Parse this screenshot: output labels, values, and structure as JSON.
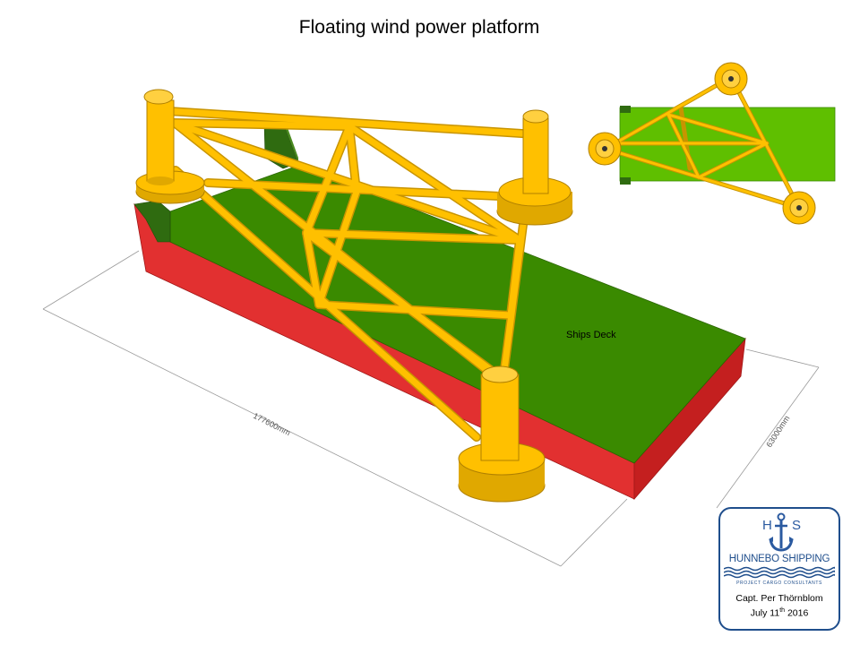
{
  "title": "Floating wind power platform",
  "labels": {
    "deck": "Ships Deck",
    "length_dim": "177600mm",
    "width_dim": "63000mm"
  },
  "logo": {
    "letter_h": "H",
    "letter_s": "S",
    "name": "HUNNEBO SHIPPING",
    "tagline": "PROJECT CARGO CONSULTANTS",
    "icon": "anchor-icon"
  },
  "author": "Capt. Per Thörnblom",
  "date": {
    "prefix": "July 11",
    "sup": "th",
    "year": " 2016"
  },
  "colors": {
    "deck": "#3a8a00",
    "hull": "#e23030",
    "structure": "#ffc000",
    "structure_outline": "#c89400",
    "bollard": "#2f6b10",
    "logo_blue": "#1f4e8c"
  }
}
